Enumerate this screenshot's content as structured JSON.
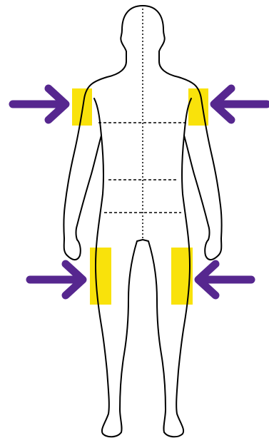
{
  "diagram": {
    "subject": "human-body-front-outline",
    "colors": {
      "background": "#ffffff",
      "outline": "#000000",
      "guide_lines": "#000000",
      "highlight": "#f9e20b",
      "arrow": "#56278f"
    },
    "pressure_zones": [
      {
        "id": "left-shoulder-zone"
      },
      {
        "id": "right-shoulder-zone"
      },
      {
        "id": "left-hip-zone"
      },
      {
        "id": "right-hip-zone"
      }
    ],
    "arrows": [
      {
        "id": "arrow-left-shoulder",
        "direction": "right"
      },
      {
        "id": "arrow-right-shoulder",
        "direction": "left"
      },
      {
        "id": "arrow-left-hip",
        "direction": "right"
      },
      {
        "id": "arrow-right-hip",
        "direction": "left"
      }
    ],
    "guide_lines": [
      {
        "id": "center-line",
        "style": "dotted"
      },
      {
        "id": "shoulder-line",
        "style": "dashed"
      },
      {
        "id": "waist-line",
        "style": "dashed"
      },
      {
        "id": "hip-line",
        "style": "dashed"
      }
    ]
  }
}
